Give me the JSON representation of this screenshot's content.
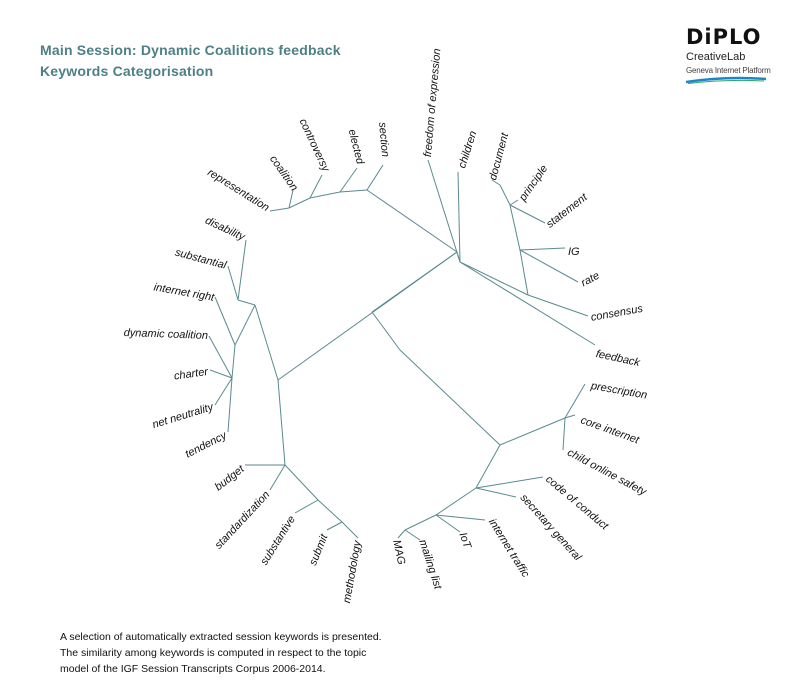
{
  "header": {
    "title_line1": "Main Session: Dynamic Coalitions feedback",
    "title_line2": "Keywords Categorisation"
  },
  "logo": {
    "wordmark": "DiPLO",
    "sub1": "CreativeLab",
    "sub2": "Geneva Internet Platform"
  },
  "colors": {
    "title": "#4d7f86",
    "branch": "#5a8a90",
    "accent_blue": "#1e86c8",
    "accent_green": "#2aa66a"
  },
  "keywords": [
    "feedback",
    "consensus",
    "rate",
    "IG",
    "statement",
    "principle",
    "document",
    "children",
    "freedom of expression",
    "section",
    "elected",
    "controversy",
    "coalition",
    "representation",
    "disability",
    "substantial",
    "internet right",
    "dynamic coalition",
    "charter",
    "net neutrality",
    "tendency",
    "budget",
    "standardization",
    "substantive",
    "submit",
    "methodology",
    "MAG",
    "mailing list",
    "IoT",
    "internet traffic",
    "secretary general",
    "code of conduct",
    "child online safety",
    "core internet",
    "prescription"
  ],
  "caption": {
    "line1": "A selection of automatically extracted session keywords is presented.",
    "line2": "The similarity among keywords is computed in respect to the topic",
    "line3": "model of the IGF Session Transcripts Corpus 2006-2014."
  }
}
